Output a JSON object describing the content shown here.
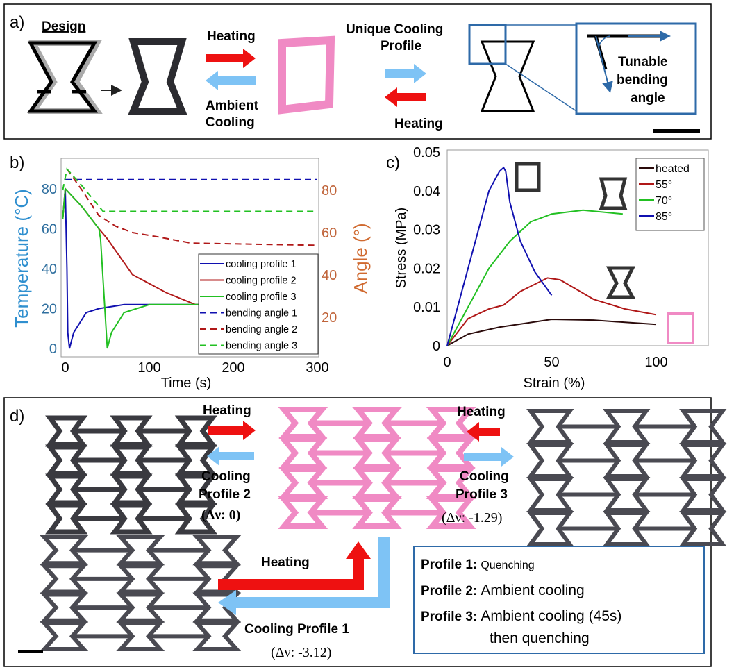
{
  "panel_a": {
    "label": "a)",
    "design": "Design",
    "heating_1": "Heating",
    "ambient_cooling": [
      "Ambient",
      "Cooling"
    ],
    "unique_cooling": [
      "Unique Cooling",
      "Profile"
    ],
    "heating_2": "Heating",
    "tunable": [
      "Tunable",
      "bending",
      "angle"
    ]
  },
  "panel_d": {
    "label": "d)",
    "heating_left": "Heating",
    "cooling_2": [
      "Cooling",
      "Profile 2"
    ],
    "dv_2": "(Δν: 0)",
    "heating_right": "Heating",
    "cooling_3": [
      "Cooling",
      "Profile 3"
    ],
    "dv_3": "(Δν: -1.29)",
    "heating_bottom": "Heating",
    "cooling_1": "Cooling Profile 1",
    "dv_1": "(Δν: -3.12)",
    "profiles": [
      {
        "key": "Profile 1:",
        "value": "Quenching"
      },
      {
        "key": "Profile 2:",
        "value": "Ambient cooling"
      },
      {
        "key": "Profile 3:",
        "value": "Ambient cooling (45s)",
        "value2": "then quenching"
      }
    ]
  },
  "colors": {
    "red": "#ee1111",
    "lightblue": "#7ec3f5",
    "frame": "#2e6aa8",
    "pink": "#f08ac4",
    "dark": "#3a3a40"
  },
  "chart_data": [
    {
      "panel": "b)",
      "type": "line",
      "xlabel": "Time (s)",
      "ylabel": "Temperature (°C)",
      "y2label": "Angle (°)",
      "xlim": [
        -5,
        300
      ],
      "ylim": [
        -5,
        95
      ],
      "y2lim": [
        0,
        95
      ],
      "xticks": [
        0,
        100,
        200,
        300
      ],
      "yticks": [
        0,
        20,
        40,
        60,
        80
      ],
      "y2ticks": [
        20,
        40,
        60,
        80
      ],
      "legend": "bottom-right",
      "series": [
        {
          "name": "cooling profile 1",
          "axis": "left",
          "color": "#1010b0",
          "dash": false,
          "x": [
            -3,
            0,
            2,
            3,
            5,
            10,
            25,
            40,
            70,
            300
          ],
          "y": [
            65,
            80,
            40,
            8,
            0,
            8,
            18,
            20,
            22,
            22
          ]
        },
        {
          "name": "cooling profile 2",
          "axis": "left",
          "color": "#b01818",
          "dash": false,
          "x": [
            -3,
            0,
            20,
            40,
            50,
            80,
            120,
            155,
            300
          ],
          "y": [
            65,
            80,
            71,
            60,
            55,
            37,
            28,
            22,
            22
          ]
        },
        {
          "name": "cooling profile 3",
          "axis": "left",
          "color": "#22c022",
          "dash": false,
          "x": [
            -3,
            0,
            20,
            40,
            42,
            50,
            55,
            70,
            100,
            300
          ],
          "y": [
            65,
            80,
            71,
            60,
            55,
            0,
            8,
            18,
            22,
            22
          ]
        },
        {
          "name": "bending angle 1",
          "axis": "right",
          "color": "#1010b0",
          "dash": true,
          "x": [
            0,
            300
          ],
          "y": [
            85,
            85
          ]
        },
        {
          "name": "bending angle 2",
          "axis": "right",
          "color": "#b01818",
          "dash": true,
          "x": [
            2,
            20,
            40,
            60,
            80,
            110,
            150,
            300
          ],
          "y": [
            90,
            80,
            68,
            63,
            60,
            58,
            55,
            54
          ]
        },
        {
          "name": "bending angle 3",
          "axis": "right",
          "color": "#22c022",
          "dash": true,
          "x": [
            -3,
            2,
            20,
            45,
            300
          ],
          "y": [
            80,
            90,
            82,
            70,
            70
          ]
        }
      ]
    },
    {
      "panel": "c)",
      "type": "line",
      "xlabel": "Strain (%)",
      "ylabel": "Stress (MPa)",
      "xlim": [
        0,
        125
      ],
      "ylim": [
        0,
        0.05
      ],
      "xticks": [
        0,
        50,
        100
      ],
      "yticks": [
        0,
        0.01,
        0.02,
        0.03,
        0.04,
        0.05
      ],
      "legend": "top-right",
      "series": [
        {
          "name": "heated",
          "color": "#2a0a0a",
          "x": [
            0,
            10,
            25,
            50,
            70,
            100
          ],
          "y": [
            0,
            0.003,
            0.0048,
            0.0068,
            0.0066,
            0.0055
          ]
        },
        {
          "name": "55°",
          "color": "#b01818",
          "x": [
            0,
            10,
            20,
            27,
            35,
            48,
            54,
            70,
            85,
            100
          ],
          "y": [
            0,
            0.007,
            0.0095,
            0.0105,
            0.014,
            0.0175,
            0.017,
            0.012,
            0.0095,
            0.008
          ]
        },
        {
          "name": "70°",
          "color": "#22c022",
          "x": [
            0,
            10,
            20,
            30,
            40,
            50,
            65,
            84
          ],
          "y": [
            0,
            0.01,
            0.02,
            0.027,
            0.032,
            0.034,
            0.035,
            0.034
          ]
        },
        {
          "name": "85°",
          "color": "#1010b0",
          "x": [
            0,
            10,
            20,
            25,
            27,
            28,
            30,
            35,
            42,
            50
          ],
          "y": [
            0,
            0.02,
            0.04,
            0.045,
            0.046,
            0.045,
            0.037,
            0.027,
            0.019,
            0.013
          ]
        }
      ]
    }
  ]
}
